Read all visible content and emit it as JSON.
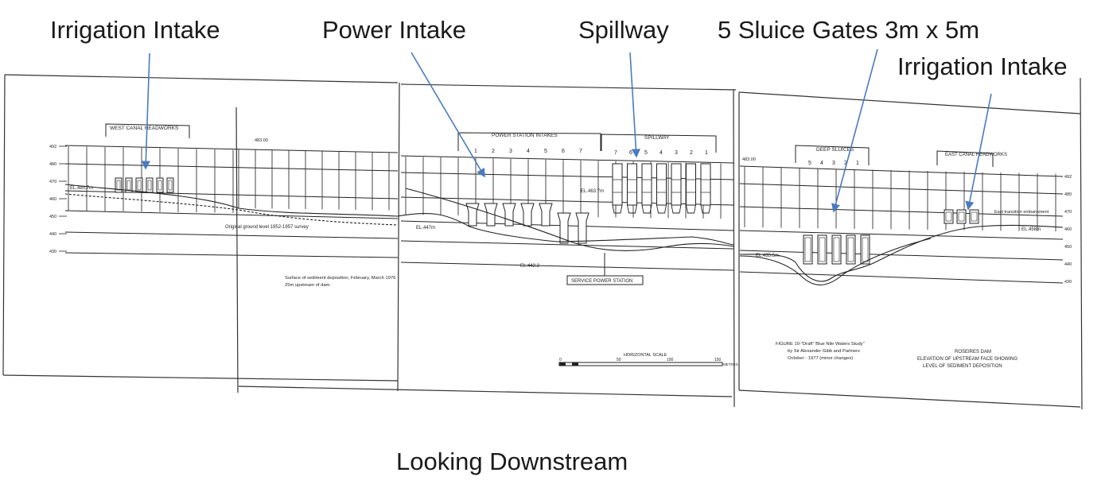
{
  "callouts": {
    "irrigation_intake_west": "Irrigation Intake",
    "power_intake": "Power Intake",
    "spillway": "Spillway",
    "sluice_gates": "5 Sluice Gates 3m x 5m",
    "irrigation_intake_east": "Irrigation Intake"
  },
  "caption": "Looking Downstream",
  "drawing": {
    "west_canal_headworks": "WEST CANAL HEADWORKS",
    "power_station_intakes": "POWER STATION INTAKES",
    "spillway_header": "SPILLWAY",
    "deep_sluices": "DEEP SLUICES",
    "east_canal_headworks": "EAST CANAL HEADWORKS",
    "intake_numbers": [
      "1",
      "2",
      "3",
      "4",
      "5",
      "6",
      "7"
    ],
    "spillway_numbers": [
      "7",
      "6",
      "5",
      "4",
      "3",
      "2",
      "1"
    ],
    "sluice_numbers": [
      "5",
      "4",
      "3",
      "2",
      "1"
    ],
    "el_480_west": "EL.480.7m",
    "el_447": "EL.447m",
    "el_442": "EL.442.2",
    "el_463": "EL.463.7m",
    "el_435": "EL.435.5m",
    "el_458": "EL.458m",
    "el_483_top": "483.00",
    "el_483_right": "483.00",
    "original_ground": "Original ground level 1952-1957 survey",
    "sediment_note_1": "Surface of sediment deposition, February, March 1976",
    "sediment_note_2": "25m upstream of dam.",
    "service_power_station": "SERVICE POWER STATION",
    "east_transition": "East transition embankment",
    "horizontal_scale": "HORIZONTAL SCALE",
    "scale_ticks": [
      "0",
      "50",
      "100",
      "150"
    ],
    "scale_unit": "METRES",
    "figure_note_1": "FIGURE 10-\"Draft\" Blue Nile Waters Study\"",
    "figure_note_2": "by Sir Alexander Gibb and Partners",
    "figure_note_3": "October - 1977 (minor changes)",
    "title_1": "ROSEIRES DAM",
    "title_2": "ELEVATION OF UPSTREAM FACE SHOWING",
    "title_3": "LEVEL OF SEDIMENT DEPOSITION",
    "left_axis": [
      "492",
      "480",
      "470",
      "460",
      "450",
      "440",
      "430"
    ],
    "right_axis": [
      "492",
      "480",
      "470",
      "460",
      "450",
      "440",
      "430"
    ]
  },
  "colors": {
    "arrow": "#4a7bbf",
    "ink": "#1f1f1f"
  }
}
